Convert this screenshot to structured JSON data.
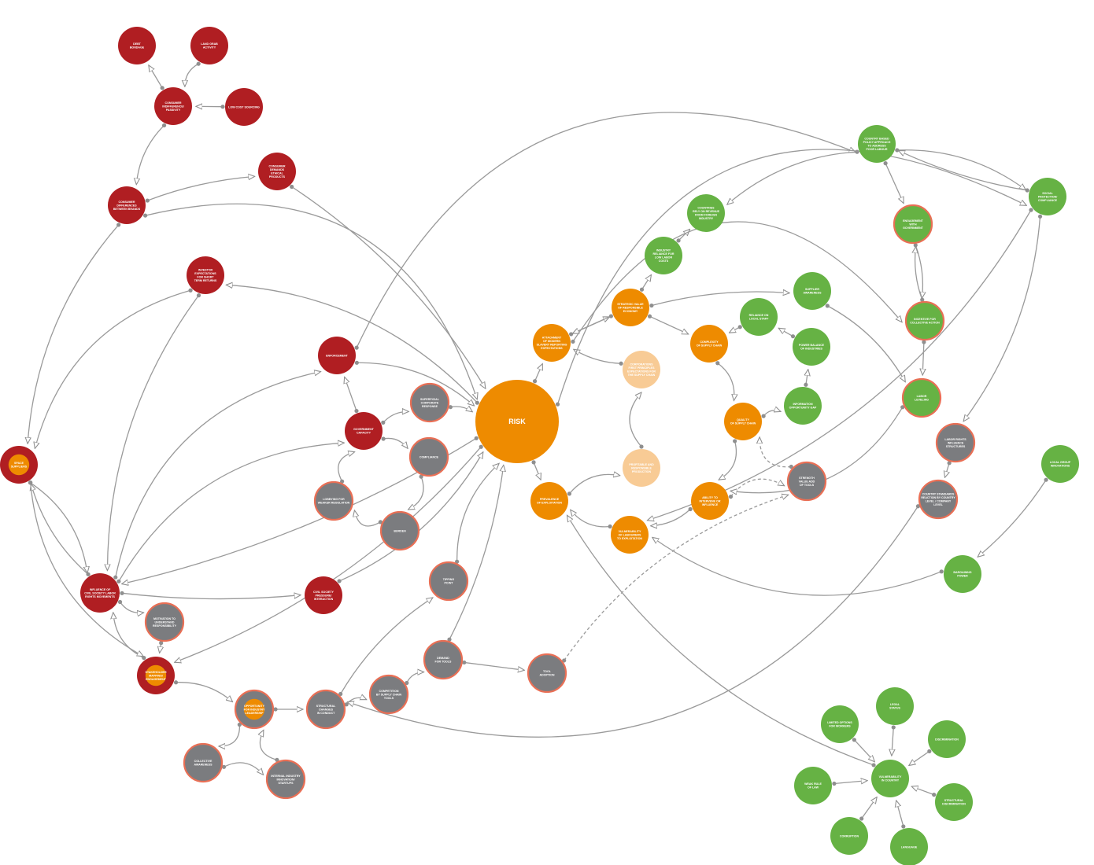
{
  "diagram": {
    "colors": {
      "red": "#b01e22",
      "orange": "#ee8b00",
      "peach": "#f8cb95",
      "green": "#66b244",
      "gray": "#7b7c7f",
      "outline_salmon": "#e96f55",
      "edge": "#9a9a9a"
    },
    "center": {
      "id": "risk",
      "label": "RISK",
      "color": "orange"
    },
    "nodes": [
      {
        "id": "debt",
        "label": "DEBT\nBONDAGE",
        "color": "red"
      },
      {
        "id": "landgrab",
        "label": "LAND GRAB\nACTIVITY",
        "color": "red"
      },
      {
        "id": "consdemand",
        "label": "CONSUMER\nINDIFFERENCE/\nPASSIVITY",
        "color": "red"
      },
      {
        "id": "lowcost",
        "label": "LOW COST SOURCING",
        "color": "red"
      },
      {
        "id": "consref",
        "label": "CONSUMER\nDIFFERENCES\nBETWEEN BRANDS",
        "color": "red"
      },
      {
        "id": "consethical",
        "label": "CONSUMER\nDEMANDS\nETHICAL\nPRODUCTS",
        "color": "red"
      },
      {
        "id": "investor",
        "label": "INVESTOR\nEXPECTATIONS\nFOR SHORT\nTERM RETURNS",
        "color": "red"
      },
      {
        "id": "enforcement",
        "label": "ENFORCEMENT",
        "color": "red"
      },
      {
        "id": "govcapacity",
        "label": "GOVERNMENT\nCAPACITY",
        "color": "red"
      },
      {
        "id": "civilsociety",
        "label": "CIVIL SOCIETY\nPRESSURE/\nINTERACTION",
        "color": "red"
      },
      {
        "id": "influence",
        "label": "INFLUENCE OF\nCIVIL SOCIETY LABOR\nRIGHTS MOVEMENTS",
        "color": "red"
      },
      {
        "id": "supplier",
        "label": "SPACE\nSUPPLIERS",
        "color": "red_inner_orange"
      },
      {
        "id": "stakeholder",
        "label": "STAKEHOLDER\nMAPPING/\nENGAGEMENT",
        "color": "red_inner_orange"
      },
      {
        "id": "sitepolicy",
        "label": "SUPERFICIAL\nCORPORATE\nRESPONSE",
        "color": "gray"
      },
      {
        "id": "compliance",
        "label": "COMPLIANCE",
        "color": "gray"
      },
      {
        "id": "lobbying",
        "label": "LOBBYING FOR\nWEAKER REGULATION",
        "color": "gray"
      },
      {
        "id": "burden",
        "label": "BURDEN",
        "color": "gray"
      },
      {
        "id": "tippingpoint",
        "label": "TIPPING\nPOINT",
        "color": "gray"
      },
      {
        "id": "motivation",
        "label": "MOTIVATION TO\nUNDERSTAND\nRESPONSIBILITY",
        "color": "gray"
      },
      {
        "id": "demand",
        "label": "DEMAND\nFOR TOOLS",
        "color": "gray"
      },
      {
        "id": "tooladoption",
        "label": "TOOL\nADOPTION",
        "color": "gray"
      },
      {
        "id": "compfund",
        "label": "COMPETITION\nBY SUPPLY CHAIN\nTOOLS",
        "color": "gray"
      },
      {
        "id": "structural",
        "label": "STRUCTURAL\nCHANGES\nIN CONDUCT",
        "color": "gray"
      },
      {
        "id": "opportunity",
        "label": "OPPORTUNITY\nFOR INDUSTRY\nLEADERSHIP",
        "color": "gray_inner_orange"
      },
      {
        "id": "collective",
        "label": "COLLECTIVE\nAWARENESS",
        "color": "gray"
      },
      {
        "id": "industrysec",
        "label": "INTERNAL INDUSTRY\nINNOVATION/\nSTARTUPS",
        "color": "gray"
      },
      {
        "id": "strength",
        "label": "STRENGTH\nVALUE ADD\nOF TOOLS",
        "color": "gray"
      },
      {
        "id": "awareness",
        "label": "ATTACHMENT\nOF MODERN\nSLAVERY REPORTING\nEXPECTATIONS",
        "color": "orange"
      },
      {
        "id": "prevalence",
        "label": "PREVALENCE\nOF EXPLOITATION",
        "color": "orange"
      },
      {
        "id": "strategic",
        "label": "STRATEGIC VALUE\nOF RESPONSIBLE\nECONOMY",
        "color": "orange"
      },
      {
        "id": "complexity",
        "label": "COMPLEXITY\nOF SUPPLY CHAIN",
        "color": "orange"
      },
      {
        "id": "quality",
        "label": "QUALITY\nOF SUPPLY CHAIN",
        "color": "orange"
      },
      {
        "id": "ability",
        "label": "ABILITY TO\nINTERVENE OR\nINFLUENCE",
        "color": "orange"
      },
      {
        "id": "vulnerability",
        "label": "VULNERABILITY\nOF LABOURERS\nTO EXPLOITATION",
        "color": "orange"
      },
      {
        "id": "corpsmall",
        "label": "CORPORATIONS\nFIRST PRINCIPLES\nEXPECTATIONS FOR\nTHE SUPPLY CHAIN",
        "color": "peach"
      },
      {
        "id": "profitable",
        "label": "PROFITABLE AND\nRESPONSIBLE\nPRODUCTION",
        "color": "peach"
      },
      {
        "id": "govforced",
        "label": "COUNTRY BASED\nPOLICY APPROACH\nTO ADDRESS\nPOOR LABOUR",
        "color": "green"
      },
      {
        "id": "countries",
        "label": "COUNTRIES\nRELY ON REVENUE\nFROM FOREIGN\nINDUSTRY",
        "color": "green"
      },
      {
        "id": "industry",
        "label": "INDUSTRY\nRELIANCE FOR\nLOW LABOR\nCOSTS",
        "color": "green"
      },
      {
        "id": "social",
        "label": "SOCIAL\nPROTECTION/\nCOMPLIANCE",
        "color": "green"
      },
      {
        "id": "supplierdiv",
        "label": "SUPPLIER\nAWARENESS",
        "color": "green"
      },
      {
        "id": "reliance",
        "label": "RELIANCE ON\nLOCAL STAFF",
        "color": "green"
      },
      {
        "id": "powerbal",
        "label": "POWER BALANCE\nOF INDUSTRIES",
        "color": "green"
      },
      {
        "id": "information",
        "label": "INFORMATION\nOPPORTUNITY GAP",
        "color": "green"
      },
      {
        "id": "engagement",
        "label": "ENGAGEMENT\nWITH\nGOVERNMENT",
        "color": "green_outline"
      },
      {
        "id": "incentive",
        "label": "INCENTIVE FOR\nCOLLECTIVE ACTION",
        "color": "green_outline"
      },
      {
        "id": "laborlevel",
        "label": "LABOR\nLEVELING",
        "color": "green_outline"
      },
      {
        "id": "laborleader",
        "label": "LABOR RIGHTS\nINFLUENCE\nSTRUCTURES",
        "color": "gray"
      },
      {
        "id": "countrycomm",
        "label": "COUNTRY STANDARDS\nREACTION BY COUNTRY\nLEVEL / COMPANY\nLEVEL",
        "color": "gray"
      },
      {
        "id": "localgroup",
        "label": "LOCAL GROUP\nINNOVATIONS",
        "color": "green"
      },
      {
        "id": "bargaining",
        "label": "BARGAINING\nPOWER",
        "color": "green"
      },
      {
        "id": "limitedopt",
        "label": "LIMITED OPTIONS\nFOR WORKERS",
        "color": "green"
      },
      {
        "id": "legalstatus",
        "label": "LEGAL\nSTATUS",
        "color": "green"
      },
      {
        "id": "discrim",
        "label": "DISCRIMINATION",
        "color": "green"
      },
      {
        "id": "weakrule",
        "label": "WEAK RULE\nOF LAW",
        "color": "green"
      },
      {
        "id": "vulncountry",
        "label": "VULNERABILITY\nIN COUNTRY",
        "color": "green"
      },
      {
        "id": "structdisc",
        "label": "STRUCTURAL\nDISCRIMINATION",
        "color": "green"
      },
      {
        "id": "corruption",
        "label": "CORRUPTION",
        "color": "green"
      },
      {
        "id": "language",
        "label": "LANGUAGE",
        "color": "green"
      }
    ]
  }
}
